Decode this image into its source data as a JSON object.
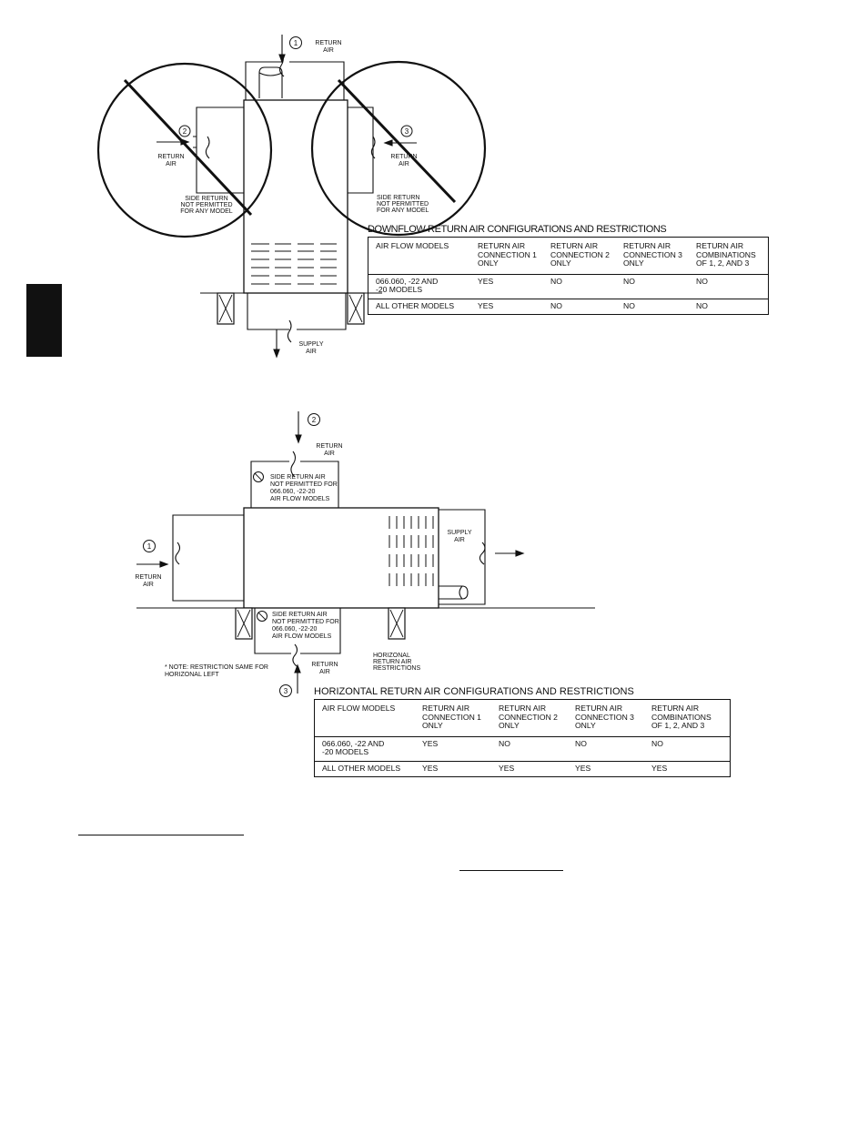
{
  "side_tab_color": "#111111",
  "downflow": {
    "labels": {
      "return_air_top": [
        "RETURN",
        "AIR"
      ],
      "return_air_left": [
        "RETURN",
        "AIR"
      ],
      "return_air_right": [
        "RETURN",
        "AIR"
      ],
      "side_return_left": [
        "SIDE RETURN",
        "NOT PERMITTED",
        "FOR ANY MODEL"
      ],
      "side_return_right": [
        "SIDE RETURN",
        "NOT PERMITTED",
        "FOR ANY MODEL"
      ],
      "supply_air": [
        "SUPPLY",
        "AIR"
      ],
      "num1": "1",
      "num2": "2",
      "num3": "3"
    },
    "table": {
      "title": "DOWNFLOW RETURN AIR CONFIGURATIONS AND RESTRICTIONS",
      "headers": [
        [
          "AIR FLOW MODELS"
        ],
        [
          "RETURN AIR",
          "CONNECTION 1",
          "ONLY"
        ],
        [
          "RETURN AIR",
          "CONNECTION 2",
          "ONLY"
        ],
        [
          "RETURN AIR",
          "CONNECTION 3",
          "ONLY"
        ],
        [
          "RETURN AIR",
          "COMBINATIONS",
          "OF 1, 2, AND 3"
        ]
      ],
      "rows": [
        [
          [
            "066.060, -22 AND",
            "-20 MODELS"
          ],
          [
            "YES"
          ],
          [
            "NO"
          ],
          [
            "NO"
          ],
          [
            "NO"
          ]
        ],
        [
          [
            "ALL OTHER MODELS"
          ],
          [
            "YES"
          ],
          [
            "NO"
          ],
          [
            "NO"
          ],
          [
            "NO"
          ]
        ]
      ]
    }
  },
  "horizontal": {
    "labels": {
      "return_air_top": [
        "RETURN",
        "AIR"
      ],
      "return_air_left": [
        "RETURN",
        "AIR"
      ],
      "return_air_bottom": [
        "RETURN",
        "AIR"
      ],
      "supply_air": [
        "SUPPLY",
        "AIR"
      ],
      "restriction_top": [
        "SIDE RETURN AIR",
        "NOT PERMITTED FOR",
        "066.060, -22-20",
        "AIR FLOW MODELS"
      ],
      "restriction_bottom": [
        "SIDE RETURN AIR",
        "NOT PERMITTED FOR",
        "066.060, -22-20",
        "AIR FLOW MODELS"
      ],
      "horizonal_restrictions": [
        "HORIZONAL",
        "RETURN AIR",
        "RESTRICTIONS"
      ],
      "note": [
        "* NOTE: RESTRICTION SAME FOR",
        "HORIZONAL LEFT"
      ],
      "num1": "1",
      "num2": "2",
      "num3": "3"
    },
    "table": {
      "title": "HORIZONTAL RETURN AIR CONFIGURATIONS AND RESTRICTIONS",
      "headers": [
        [
          "AIR FLOW MODELS"
        ],
        [
          "RETURN AIR",
          "CONNECTION 1",
          "ONLY"
        ],
        [
          "RETURN AIR",
          "CONNECTION 2",
          "ONLY"
        ],
        [
          "RETURN AIR",
          "CONNECTION 3",
          "ONLY"
        ],
        [
          "RETURN AIR",
          "COMBINATIONS",
          "OF 1, 2, AND 3"
        ]
      ],
      "rows": [
        [
          [
            "066.060, -22 AND",
            "-20 MODELS"
          ],
          [
            "YES"
          ],
          [
            "NO"
          ],
          [
            "NO"
          ],
          [
            "NO"
          ]
        ],
        [
          [
            "ALL OTHER MODELS"
          ],
          [
            "YES"
          ],
          [
            "YES"
          ],
          [
            "YES"
          ],
          [
            "YES"
          ]
        ]
      ]
    }
  }
}
